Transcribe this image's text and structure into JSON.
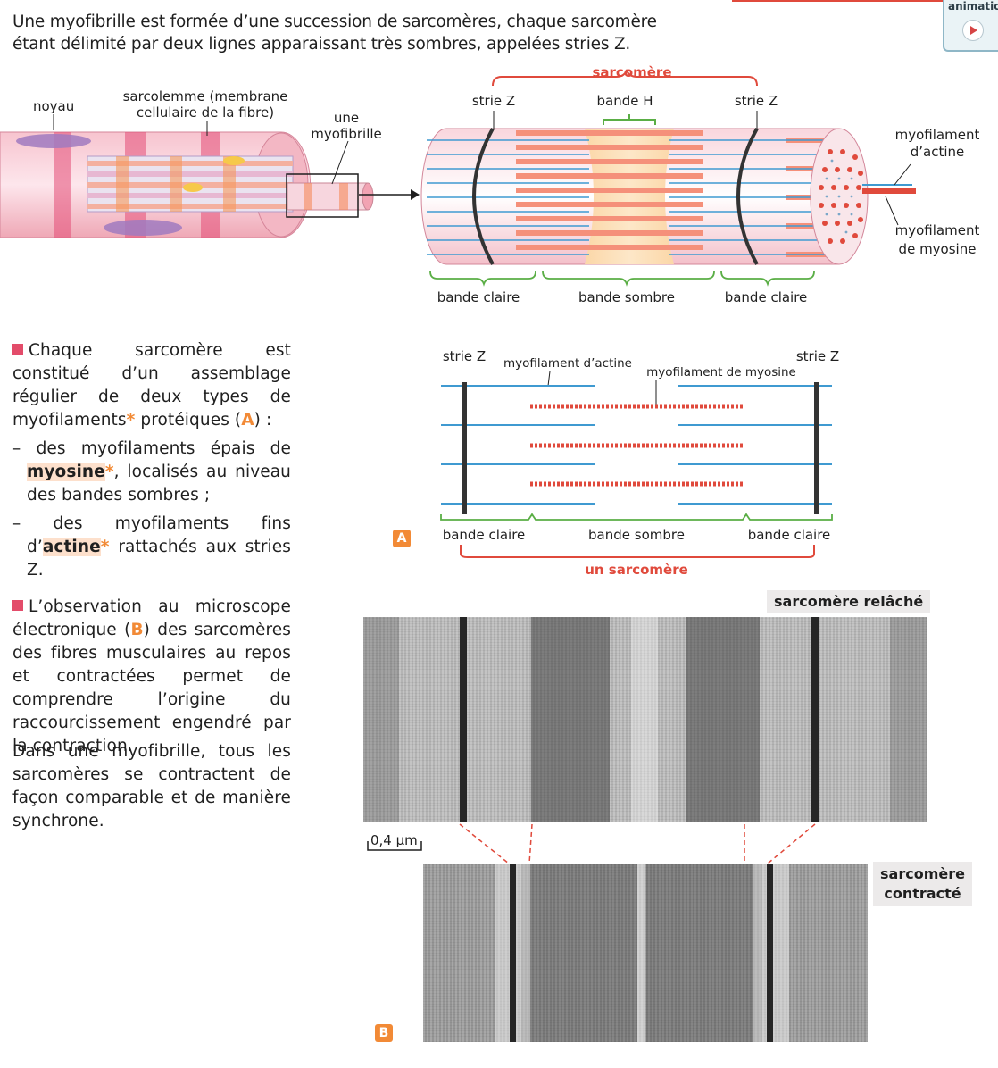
{
  "intro": "Une myofibrille est formée d’une succession de sarcomères, chaque sarcomère étant délimité par deux lignes apparaissant très sombres, appelées stries Z.",
  "animation_label": "animatio",
  "diagram_top": {
    "noyau": "noyau",
    "sarcolemme_line1": "sarcolemme (membrane",
    "sarcolemme_line2": "cellulaire de la fibre)",
    "myofibrille_line1": "une",
    "myofibrille_line2": "myofibrille",
    "sarcomere": "sarcomère",
    "strie_z": "strie Z",
    "bande_h": "bande H",
    "actine_line1": "myofilament",
    "actine_line2": "d’actine",
    "myosine_line1": "myofilament",
    "myosine_line2": "de myosine",
    "bande_claire": "bande claire",
    "bande_sombre": "bande sombre"
  },
  "diagram_a": {
    "badge": "A",
    "strie_z": "strie Z",
    "actine": "myofilament d’actine",
    "myosine": "myofilament de myosine",
    "bande_claire": "bande claire",
    "bande_sombre": "bande sombre",
    "un_sarcomere": "un sarcomère"
  },
  "para1": {
    "lead": "Chaque sarcomère est constitué d’un assemblage régulier de deux types de myofilaments",
    "star": "*",
    "tail_before": "protéiques (",
    "ref": "A",
    "tail_after": ") :",
    "item1_a": "– des myofilaments épais de ",
    "item1_hl": "myosine",
    "item1_star": "*",
    "item1_b": ", localisés au niveau des bandes sombres ;",
    "item2_a": "– des myofilaments fins d’",
    "item2_hl": "actine",
    "item2_star": "*",
    "item2_b": " rattachés aux stries Z."
  },
  "para2": {
    "a": "L’observation au microscope électronique (",
    "ref": "B",
    "b": ") des sarcomères des fibres musculaires au repos et contractées permet de comprendre l’origine du raccourcissement engendré par la contraction."
  },
  "para3": "Dans une myofibrille, tous les sarcomères se contractent de façon comparable et de manière synchrone.",
  "micro": {
    "relache": "sarcomère relâché",
    "contracte_line1": "sarcomère",
    "contracte_line2": "contracté",
    "scale": "0,4 µm",
    "badge": "B"
  },
  "colors": {
    "accent_red": "#e04a3c",
    "orange": "#f28a36",
    "actin_blue": "#3f9ad1",
    "bracket_green": "#5aae45",
    "myosin_salmon": "#f5907a"
  }
}
